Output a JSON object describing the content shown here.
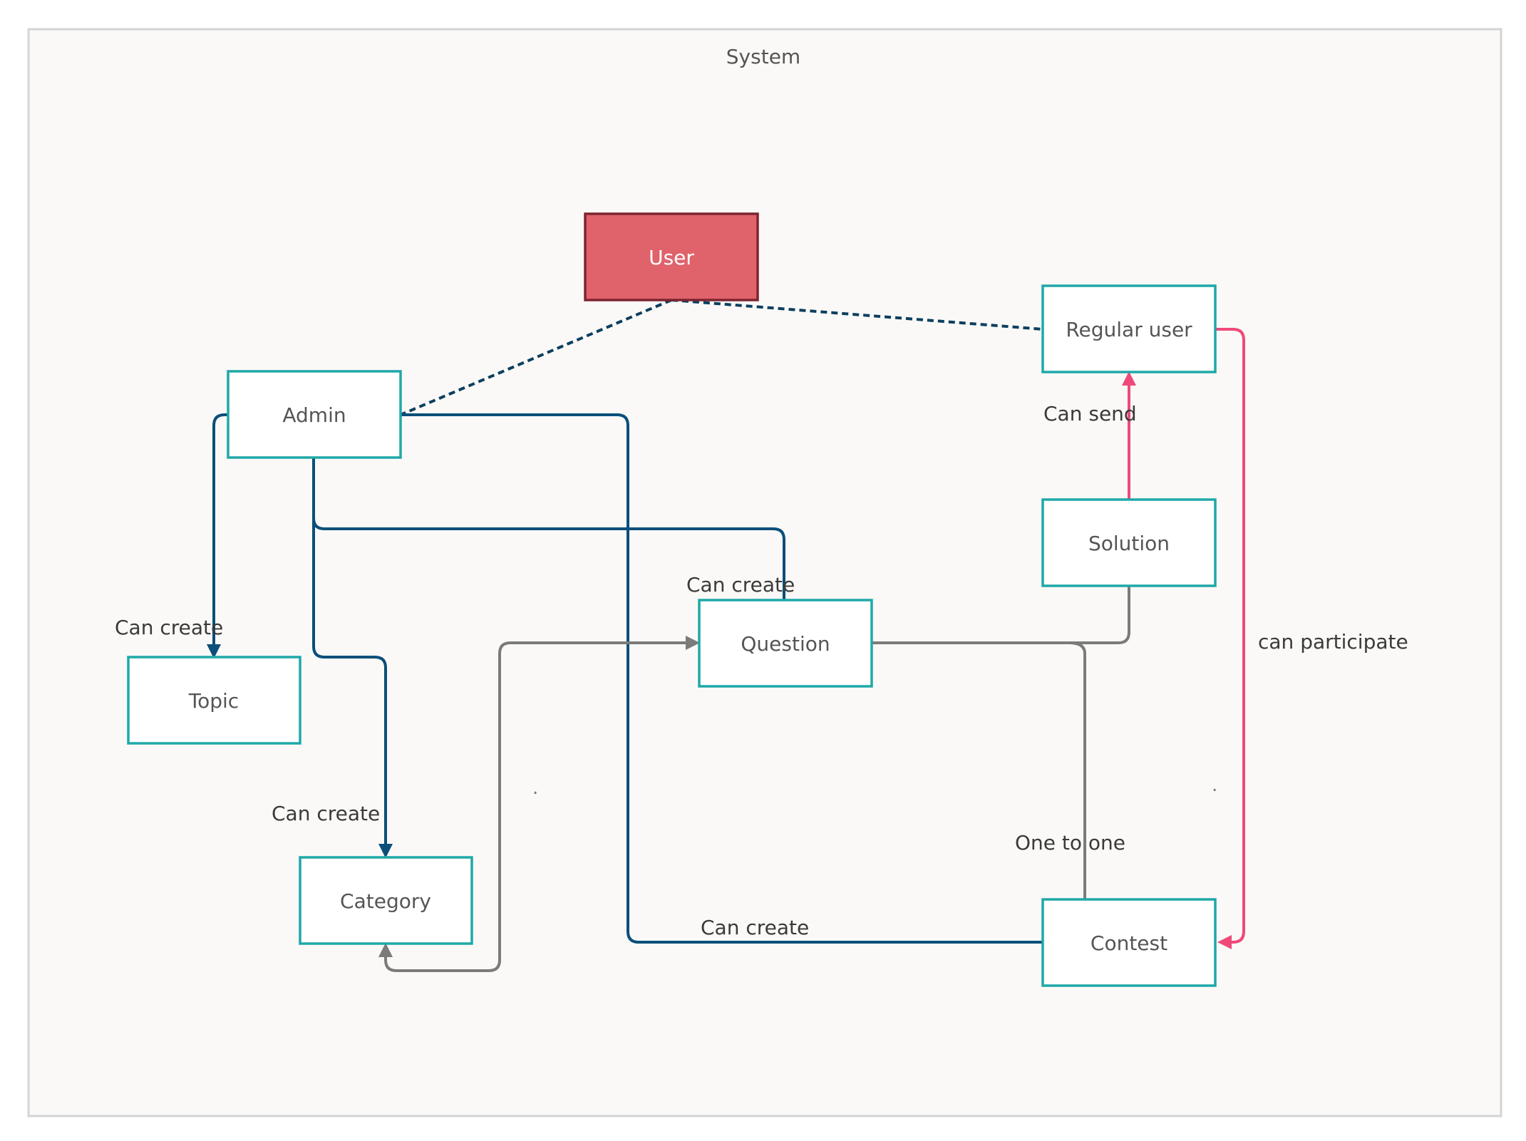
{
  "system": {
    "title": "System"
  },
  "nodes": {
    "user": "User",
    "regular_user": "Regular user",
    "admin": "Admin",
    "solution": "Solution",
    "question": "Question",
    "topic": "Topic",
    "category": "Category",
    "contest": "Contest"
  },
  "edge_labels": {
    "admin_topic": "Can create",
    "admin_question": "Can create",
    "admin_category": "Can create",
    "admin_contest": "Can create",
    "solution_regular_user": "Can send",
    "regular_user_contest": "can participate",
    "question_contest": "One to one"
  },
  "stray_marks": {
    "dot_1": ".",
    "dot_2": "."
  },
  "colors": {
    "node_border": "#1fa8a8",
    "user_fill": "#e0636b",
    "admin_edges": "#0b4f7a",
    "gray_edges": "#7b7b7b",
    "participate_edge": "#ee4a79"
  }
}
